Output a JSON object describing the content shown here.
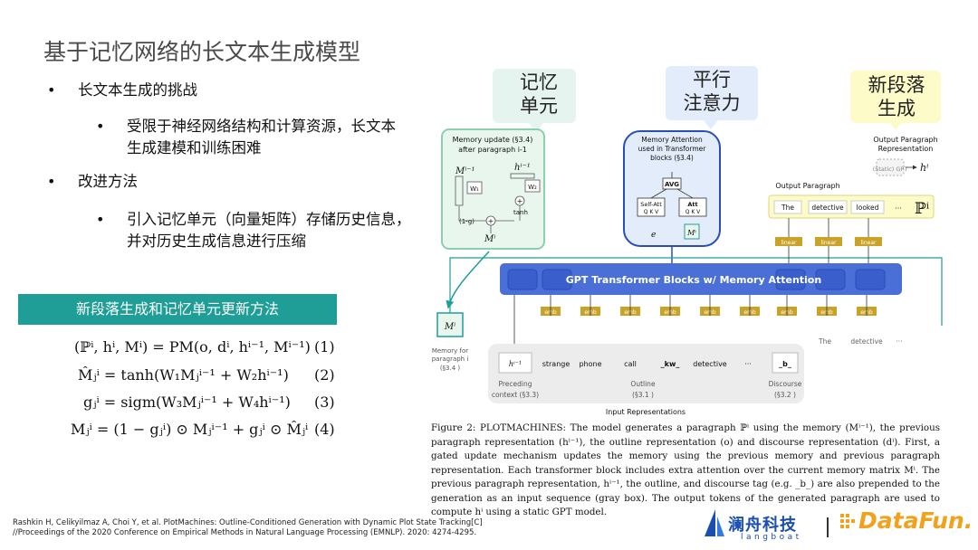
{
  "title": "基于记忆网络的长文本生成模型",
  "bullets": {
    "b1": "长文本生成的挑战",
    "b1_sub_line1": "受限于神经网络结构和计算资源，长文本",
    "b1_sub_line2": "生成建模和训练困难",
    "b2": "改进方法",
    "b2_sub_line1": "引入记忆单元（向量矩阵）存储历史信息，",
    "b2_sub_line2": "并对历史生成信息进行压缩"
  },
  "banner": "新段落生成和记忆单元更新方法",
  "equations": [
    {
      "text": "(ℙⁱ, hⁱ, Mⁱ) = PM(o, dⁱ, hⁱ⁻¹, Mⁱ⁻¹)",
      "num": "(1)"
    },
    {
      "text": "M̂ⱼⁱ = tanh(W₁Mⱼⁱ⁻¹ + W₂hⁱ⁻¹)",
      "num": "(2)"
    },
    {
      "text": "gⱼⁱ = sigm(W₃Mⱼⁱ⁻¹ + W₄hⁱ⁻¹)",
      "num": "(3)"
    },
    {
      "text": "Mⱼⁱ = (1 − gⱼⁱ) ⊙ Mⱼⁱ⁻¹ + gⱼⁱ ⊙ M̂ⱼⁱ",
      "num": "(4)"
    }
  ],
  "callouts": {
    "memory_cell_l1": "记忆",
    "memory_cell_l2": "单元",
    "parallel_l1": "平行",
    "parallel_l2": "注意力",
    "new_para_l1": "新段落",
    "new_para_l2": "生成"
  },
  "diagram": {
    "mem_update_l1": "Memory update (§3.4)",
    "mem_update_l2": "after paragraph i-1",
    "mem_attn_l1": "Memory Attention",
    "mem_attn_l2": "used in Transformer",
    "mem_attn_l3": "blocks (§3.4)",
    "avg": "AVG",
    "self_att": "Self-Att",
    "att": "Att",
    "qkv": "Q  K  V",
    "tanh": "tanh",
    "gate_label": "(1-g)",
    "w1": "W₁",
    "w2": "W₂",
    "m_prev": "Mⁱ⁻¹",
    "h_prev": "hⁱ⁻¹",
    "m_i": "Mⁱ",
    "e": "e",
    "out_repr_l1": "Output Paragraph",
    "out_repr_l2": "Representation",
    "static_gpt": "(Static) GPT",
    "h_i": "hⁱ",
    "out_para": "Output Paragraph",
    "out_tokens": [
      "The",
      "detective",
      "looked",
      "···"
    ],
    "p_i": "ℙⁱ",
    "linear": "linear",
    "gpt_blocks": "GPT Transformer Blocks w/ Memory Attention",
    "emb": "emb",
    "below_tokens": [
      "The",
      "detective",
      "···"
    ],
    "mem_for_l1": "Memory for",
    "mem_for_l2": "paragraph i",
    "mem_for_l3": "(§3.4 )",
    "input_tokens": [
      "hⁱ⁻¹",
      "strange",
      "phone",
      "call",
      "_kw_",
      "detective",
      "···",
      "_b_"
    ],
    "group_preceding_l1": "Preceding",
    "group_preceding_l2": "context (§3.3)",
    "group_outline_l1": "Outline",
    "group_outline_l2": "(§3.1 )",
    "group_discourse_l1": "Discourse",
    "group_discourse_l2": "(§3.2 )",
    "input_repr": "Input Representations"
  },
  "caption": "Figure 2: PLOTMACHINES: The model generates a paragraph ℙⁱ using the memory (Mⁱ⁻¹), the previous paragraph representation (hⁱ⁻¹), the outline representation (o) and discourse representation (dⁱ). First, a gated update mechanism updates the memory using the previous memory and previous paragraph representation. Each transformer block includes extra attention over the current memory matrix Mⁱ. The previous paragraph representation, hⁱ⁻¹, the outline, and discourse tag (e.g. _b_) are also prepended to the generation as an input sequence (gray box). The output tokens of the generated paragraph are used to compute hⁱ using a static GPT model.",
  "reference_l1": "Rashkin H, Celikyilmaz A, Choi Y, et al. PlotMachines: Outline-Conditioned Generation with Dynamic Plot State Tracking[C]",
  "reference_l2": "//Proceedings of the 2020 Conference on Empirical Methods in Natural Language Processing (EMNLP). 2020: 4274-4295.",
  "logos": {
    "langboat": "澜舟科技",
    "langboat_sub": "langboat",
    "datafun": "DataFun."
  },
  "colors": {
    "teal": "#1f9e97",
    "gpt_blue": "#4a6fd6",
    "emb_gold": "#c9a227",
    "green_box": "#e8f6ee",
    "yellow": "#fffbcc"
  }
}
